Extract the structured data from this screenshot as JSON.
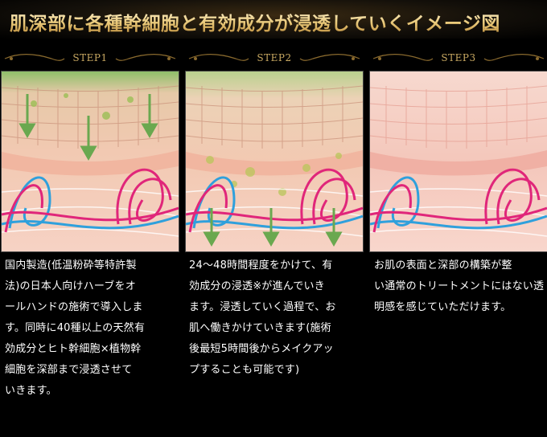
{
  "title": "肌深部に各種幹細胞と有効成分が浸透していくイメージ図",
  "steps": [
    {
      "label": "STEP1",
      "lines": [
        "国内製造(低温粉砕等特許製",
        "法)の日本人向けハーブをオ",
        "ールハンドの施術で導入しま",
        "す。同時に40種以上の天然有",
        "効成分とヒト幹細胞×植物幹",
        "細胞を深部まで浸透させて",
        "いきます。"
      ]
    },
    {
      "label": "STEP2",
      "lines": [
        "24～48時間程度をかけて、有",
        "効成分の浸透※が進んでいき",
        "ます。浸透していく過程で、お",
        "肌へ働きかけていきます(施術",
        "後最短5時間後からメイクアッ",
        "プすることも可能です)"
      ]
    },
    {
      "label": "STEP3",
      "lines": [
        "お肌の表面と深部の構築が整",
        "い通常のトリートメントにはない透",
        "明感を感じていただけます。"
      ]
    }
  ],
  "colors": {
    "gold": "#c9a962",
    "arrow_green": "#6aa84f",
    "vessel_blue": "#2fa0dc",
    "vessel_pink": "#e0267a"
  }
}
